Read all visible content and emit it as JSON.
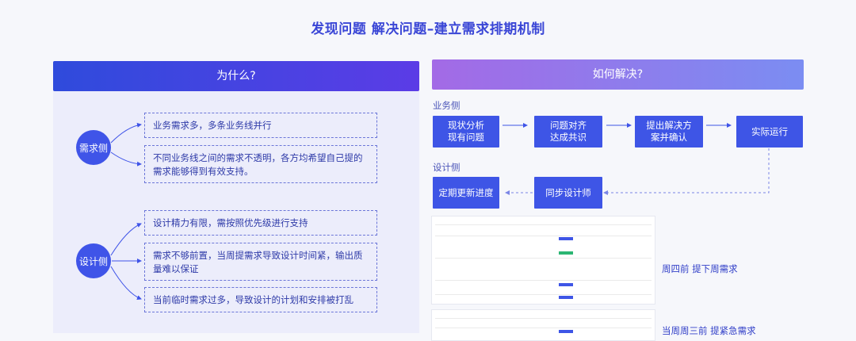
{
  "title": "发现问题 解决问题–建立需求排期机制",
  "left": {
    "header": "为什么?",
    "groups": [
      {
        "label": "需求侧",
        "items": [
          "业务需求多，多条业务线并行",
          "不同业务线之间的需求不透明，各方均希望自己提的需求能够得到有效支持。"
        ]
      },
      {
        "label": "设计侧",
        "items": [
          "设计精力有限，需按照优先级进行支持",
          "需求不够前置，当周提需求导致设计时间紧，输出质量难以保证",
          "当前临时需求过多，导致设计的计划和安排被打乱"
        ]
      }
    ]
  },
  "right": {
    "header": "如何解决?",
    "lanes": {
      "business": "业务侧",
      "design": "设计侧"
    },
    "business_steps": [
      "现状分析\n现有问题",
      "问题对齐\n达成共识",
      "提出解决方\n案并确认",
      "实际运行"
    ],
    "design_steps": [
      "同步设计师",
      "定期更新进度"
    ],
    "notes": [
      "周四前 提下周需求",
      "当周周三前 提紧急需求"
    ]
  },
  "colors": {
    "accent": "#3e55e6",
    "title": "#3a46d6",
    "left_bg": "#ecedfb"
  }
}
